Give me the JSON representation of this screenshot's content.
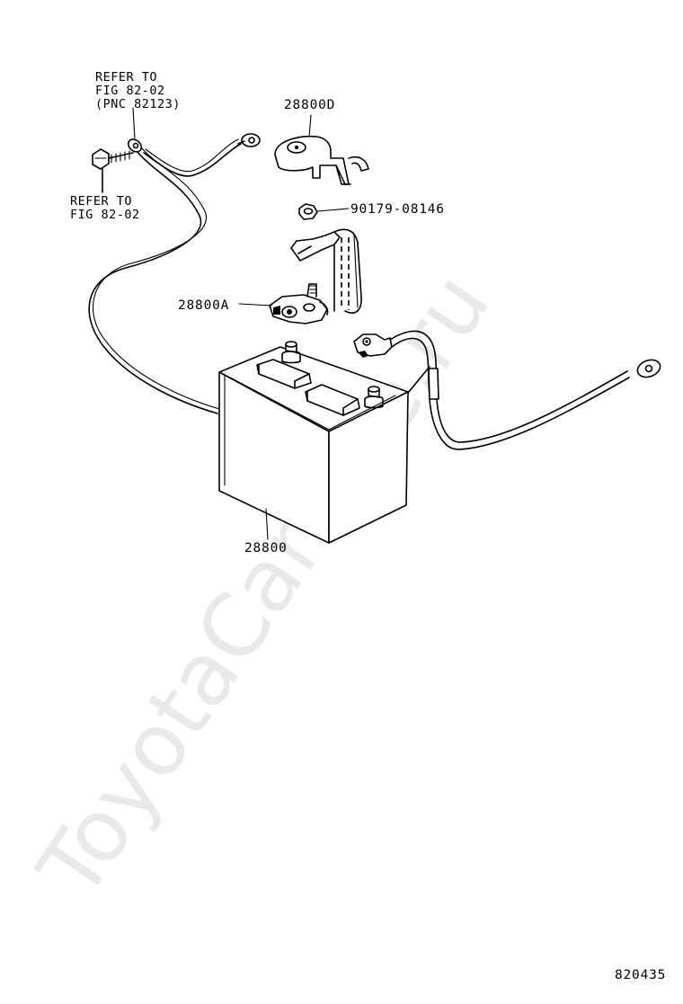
{
  "watermark": "ToyotaCarLine.ru",
  "labels": {
    "refer_cable_line1": "REFER TO",
    "refer_cable_line2": "FIG 82-02",
    "refer_cable_line3": "(PNC 82123)",
    "refer_bolt_line1": "REFER TO",
    "refer_bolt_line2": "FIG 82-02",
    "part_clamp": "28800D",
    "part_nut": "90179-08146",
    "part_terminal": "28800A",
    "part_battery": "28800",
    "figure_number": "820435"
  }
}
